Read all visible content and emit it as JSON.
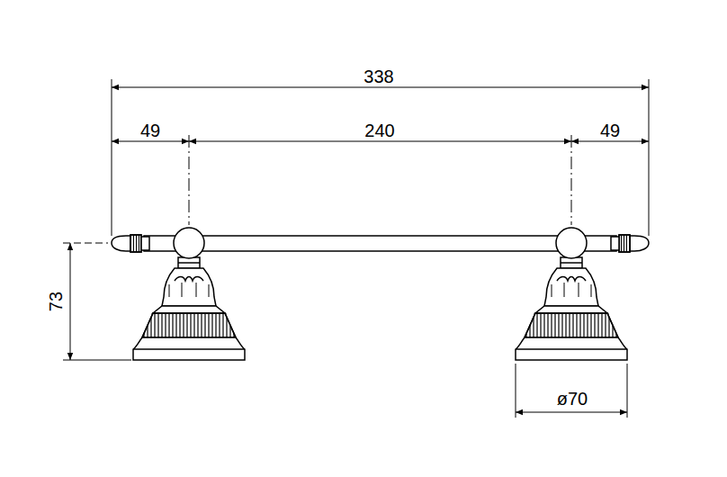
{
  "diagram": {
    "labels": [
      "338",
      "49",
      "240",
      "49",
      "73",
      "ø70"
    ]
  }
}
